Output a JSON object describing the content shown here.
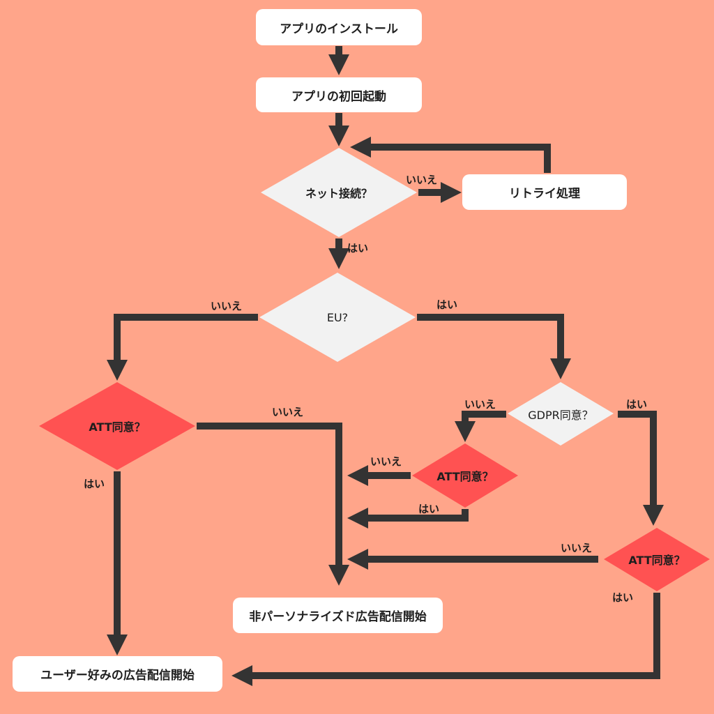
{
  "colors": {
    "background": "#ffa58a",
    "process_box": "#ffffff",
    "decision_neutral": "#f2f2f2",
    "decision_att": "#ff5252",
    "connector": "#333333"
  },
  "nodes": {
    "install": {
      "type": "process",
      "label": "アプリのインストール"
    },
    "first_launch": {
      "type": "process",
      "label": "アプリの初回起動"
    },
    "net_check": {
      "type": "decision",
      "label": "ネット接続？"
    },
    "retry": {
      "type": "process",
      "label": "リトライ処理"
    },
    "eu_check": {
      "type": "decision",
      "label": "EU?"
    },
    "att_left": {
      "type": "decision",
      "label": "ATT同意？"
    },
    "gdpr_check": {
      "type": "decision",
      "label": "GDPR同意？"
    },
    "att_mid": {
      "type": "decision",
      "label": "ATT同意？"
    },
    "att_right": {
      "type": "decision",
      "label": "ATT同意？"
    },
    "non_personalized": {
      "type": "terminal",
      "label": "非パーソナライズド広告配信開始"
    },
    "personalized": {
      "type": "terminal",
      "label": "ユーザー好みの広告配信開始"
    }
  },
  "edge_labels": {
    "net_no": "いいえ",
    "net_yes": "はい",
    "eu_no": "いいえ",
    "eu_yes": "はい",
    "att_left_no": "いいえ",
    "att_left_yes": "はい",
    "gdpr_no": "いいえ",
    "gdpr_yes": "はい",
    "att_mid_no": "いいえ",
    "att_mid_yes": "はい",
    "att_right_no": "いいえ",
    "att_right_yes": "はい"
  },
  "edges": [
    {
      "from": "install",
      "to": "first_launch"
    },
    {
      "from": "first_launch",
      "to": "net_check"
    },
    {
      "from": "net_check",
      "to": "retry",
      "label": "いいえ"
    },
    {
      "from": "retry",
      "to": "net_check"
    },
    {
      "from": "net_check",
      "to": "eu_check",
      "label": "はい"
    },
    {
      "from": "eu_check",
      "to": "att_left",
      "label": "いいえ"
    },
    {
      "from": "eu_check",
      "to": "gdpr_check",
      "label": "はい"
    },
    {
      "from": "att_left",
      "to": "non_personalized",
      "label": "いいえ"
    },
    {
      "from": "att_left",
      "to": "personalized",
      "label": "はい"
    },
    {
      "from": "gdpr_check",
      "to": "att_mid",
      "label": "いいえ"
    },
    {
      "from": "gdpr_check",
      "to": "att_right",
      "label": "はい"
    },
    {
      "from": "att_mid",
      "to": "non_personalized",
      "label": "いいえ"
    },
    {
      "from": "att_mid",
      "to": "non_personalized",
      "label": "はい"
    },
    {
      "from": "att_right",
      "to": "non_personalized",
      "label": "いいえ"
    },
    {
      "from": "att_right",
      "to": "personalized",
      "label": "はい"
    }
  ]
}
